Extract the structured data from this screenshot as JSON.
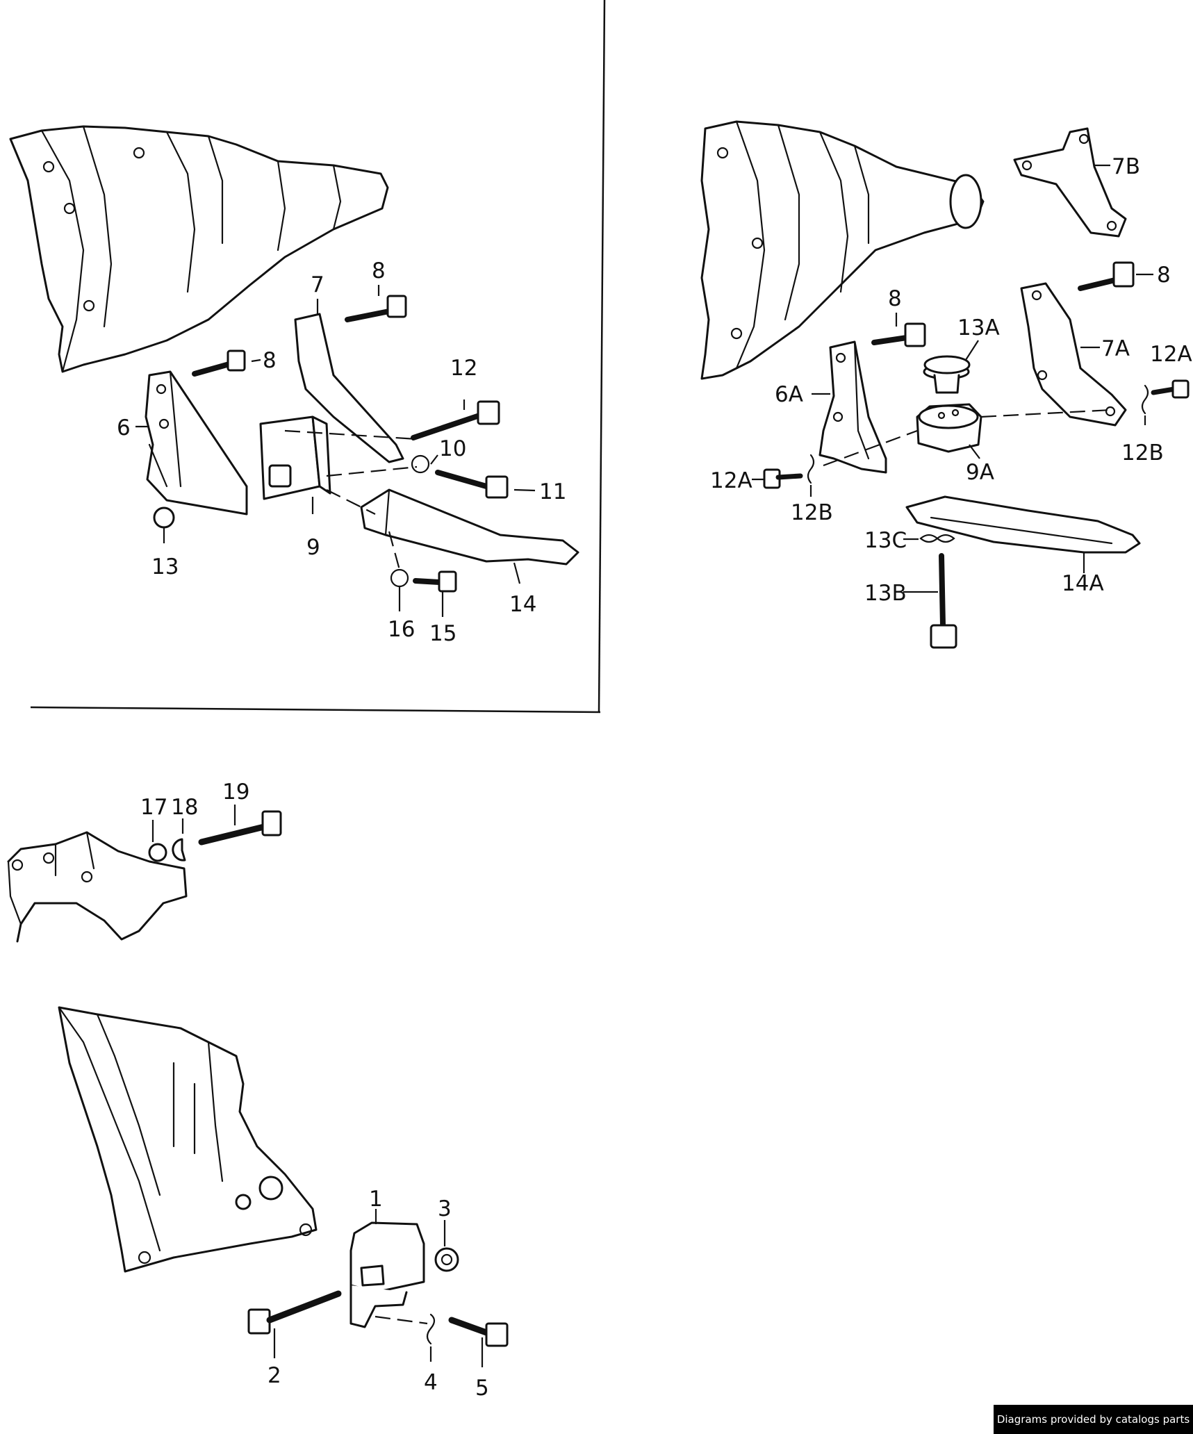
{
  "labels": {
    "p1": {
      "l6": "6",
      "l7": "7",
      "l8a": "8",
      "l8b": "8",
      "l9": "9",
      "l10": "10",
      "l11": "11",
      "l12": "12",
      "l13": "13",
      "l14": "14",
      "l15": "15",
      "l16": "16"
    },
    "p2": {
      "l7b": "7B",
      "l8a": "8",
      "l8b": "8",
      "l13a": "13A",
      "l7a": "7A",
      "l12a_r": "12A",
      "l6a": "6A",
      "l12b_r": "12B",
      "l9a": "9A",
      "l12a_l": "12A",
      "l12b_l": "12B",
      "l13c": "13C",
      "l13b": "13B",
      "l14a": "14A"
    },
    "p3": {
      "l17": "17",
      "l18": "18",
      "l19": "19"
    },
    "p4": {
      "l1": "1",
      "l2": "2",
      "l3": "3",
      "l4": "4",
      "l5": "5"
    }
  },
  "footer": {
    "credit": "Diagrams provided by catalogs parts"
  }
}
